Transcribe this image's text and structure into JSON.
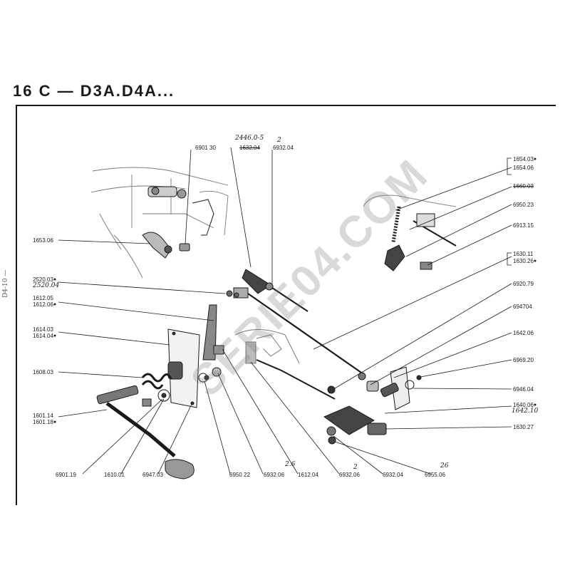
{
  "title": "16 C  —  D3A.D4A...",
  "side_note": "D4-10 —",
  "watermark": "SERIE04.COM",
  "labels": {
    "p690130": "6901 30",
    "p2446": "2446.0-5",
    "p163204": "1632.04",
    "p693204_top": "6932.04",
    "p165306": "1653.06",
    "p252003": "2520.03",
    "p2520hand": "2520.04",
    "p161205": "1612.05",
    "p161206": "1612.06",
    "p161403": "1614.03",
    "p161404": "1614.04",
    "p160803": "1608.03",
    "p160114": "1601.14",
    "p160118": "1601.18",
    "p690119": "6901.19",
    "p161001": "1610.01",
    "p694703": "6947.03",
    "p695022": "6950 22",
    "p6932b": "6932.06",
    "p161204b": "1612.04",
    "p693206": "6932.06",
    "p693204b": "6932.04",
    "p6955": "6955.06",
    "p165403": "1654.03",
    "p165406": "1654.06",
    "p166003": "1660.03",
    "p695023": "6950.23",
    "p691315": "6913.15",
    "p163011": "1630.11",
    "p163026": "1630.26",
    "p692079": "6920.79",
    "p694704": "694704",
    "p164206": "1642.06",
    "p696920": "6969.20",
    "p694604": "6946.04",
    "p164006": "1640.06",
    "p1642hand": "1642.10",
    "p163027": "1630.27",
    "hand_26": "26",
    "hand_2a": "2",
    "hand_2b": "2",
    "hand_26b": "2.6"
  }
}
